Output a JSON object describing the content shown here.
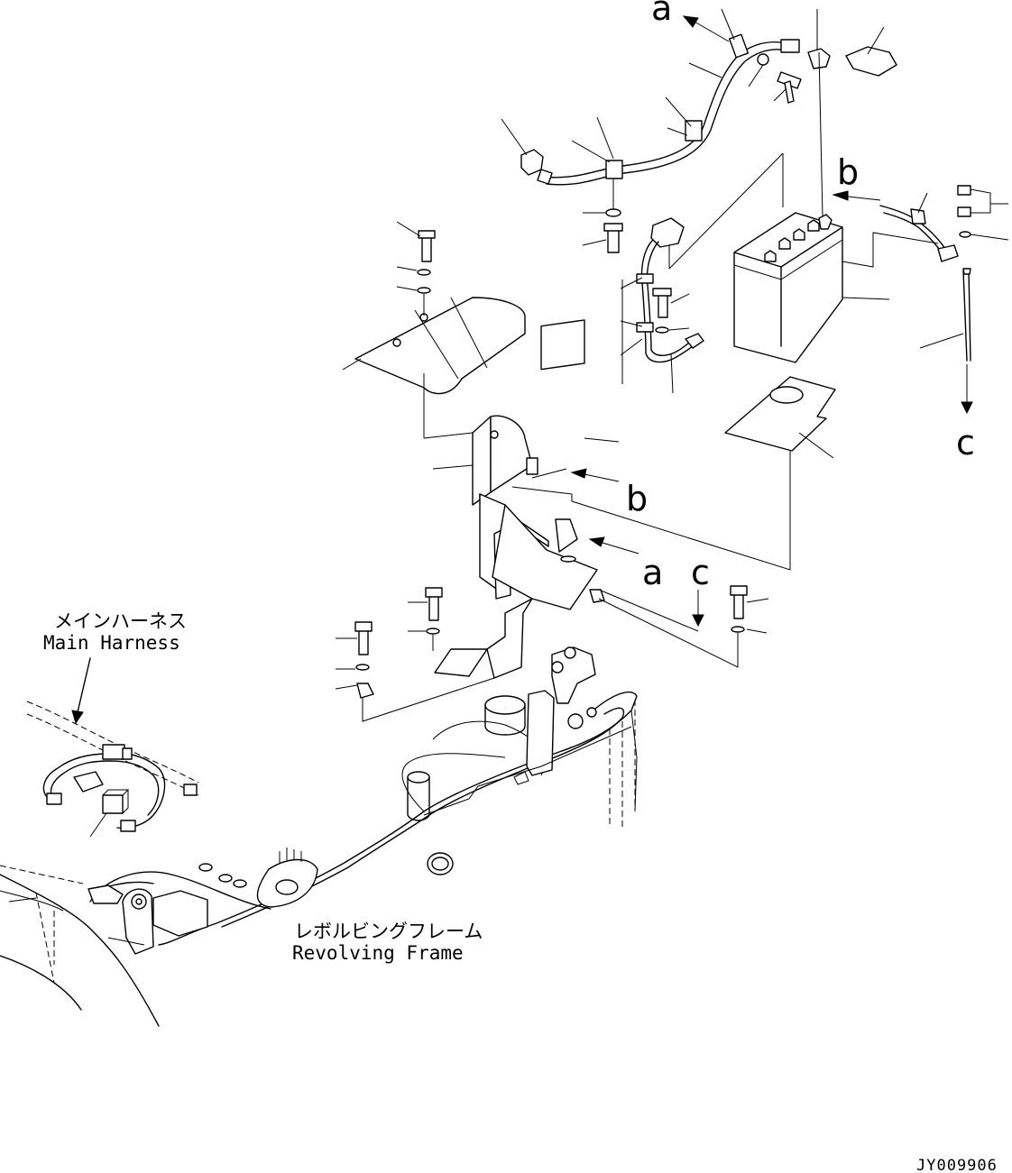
{
  "diagram": {
    "arrow_labels": [
      "a",
      "b",
      "c"
    ],
    "main_harness": {
      "jp": "メインハーネス",
      "en": "Main Harness"
    },
    "revolving_frame": {
      "jp": "レボルビングフレーム",
      "en": "Revolving Frame"
    },
    "drawing_code": "JY009906"
  }
}
